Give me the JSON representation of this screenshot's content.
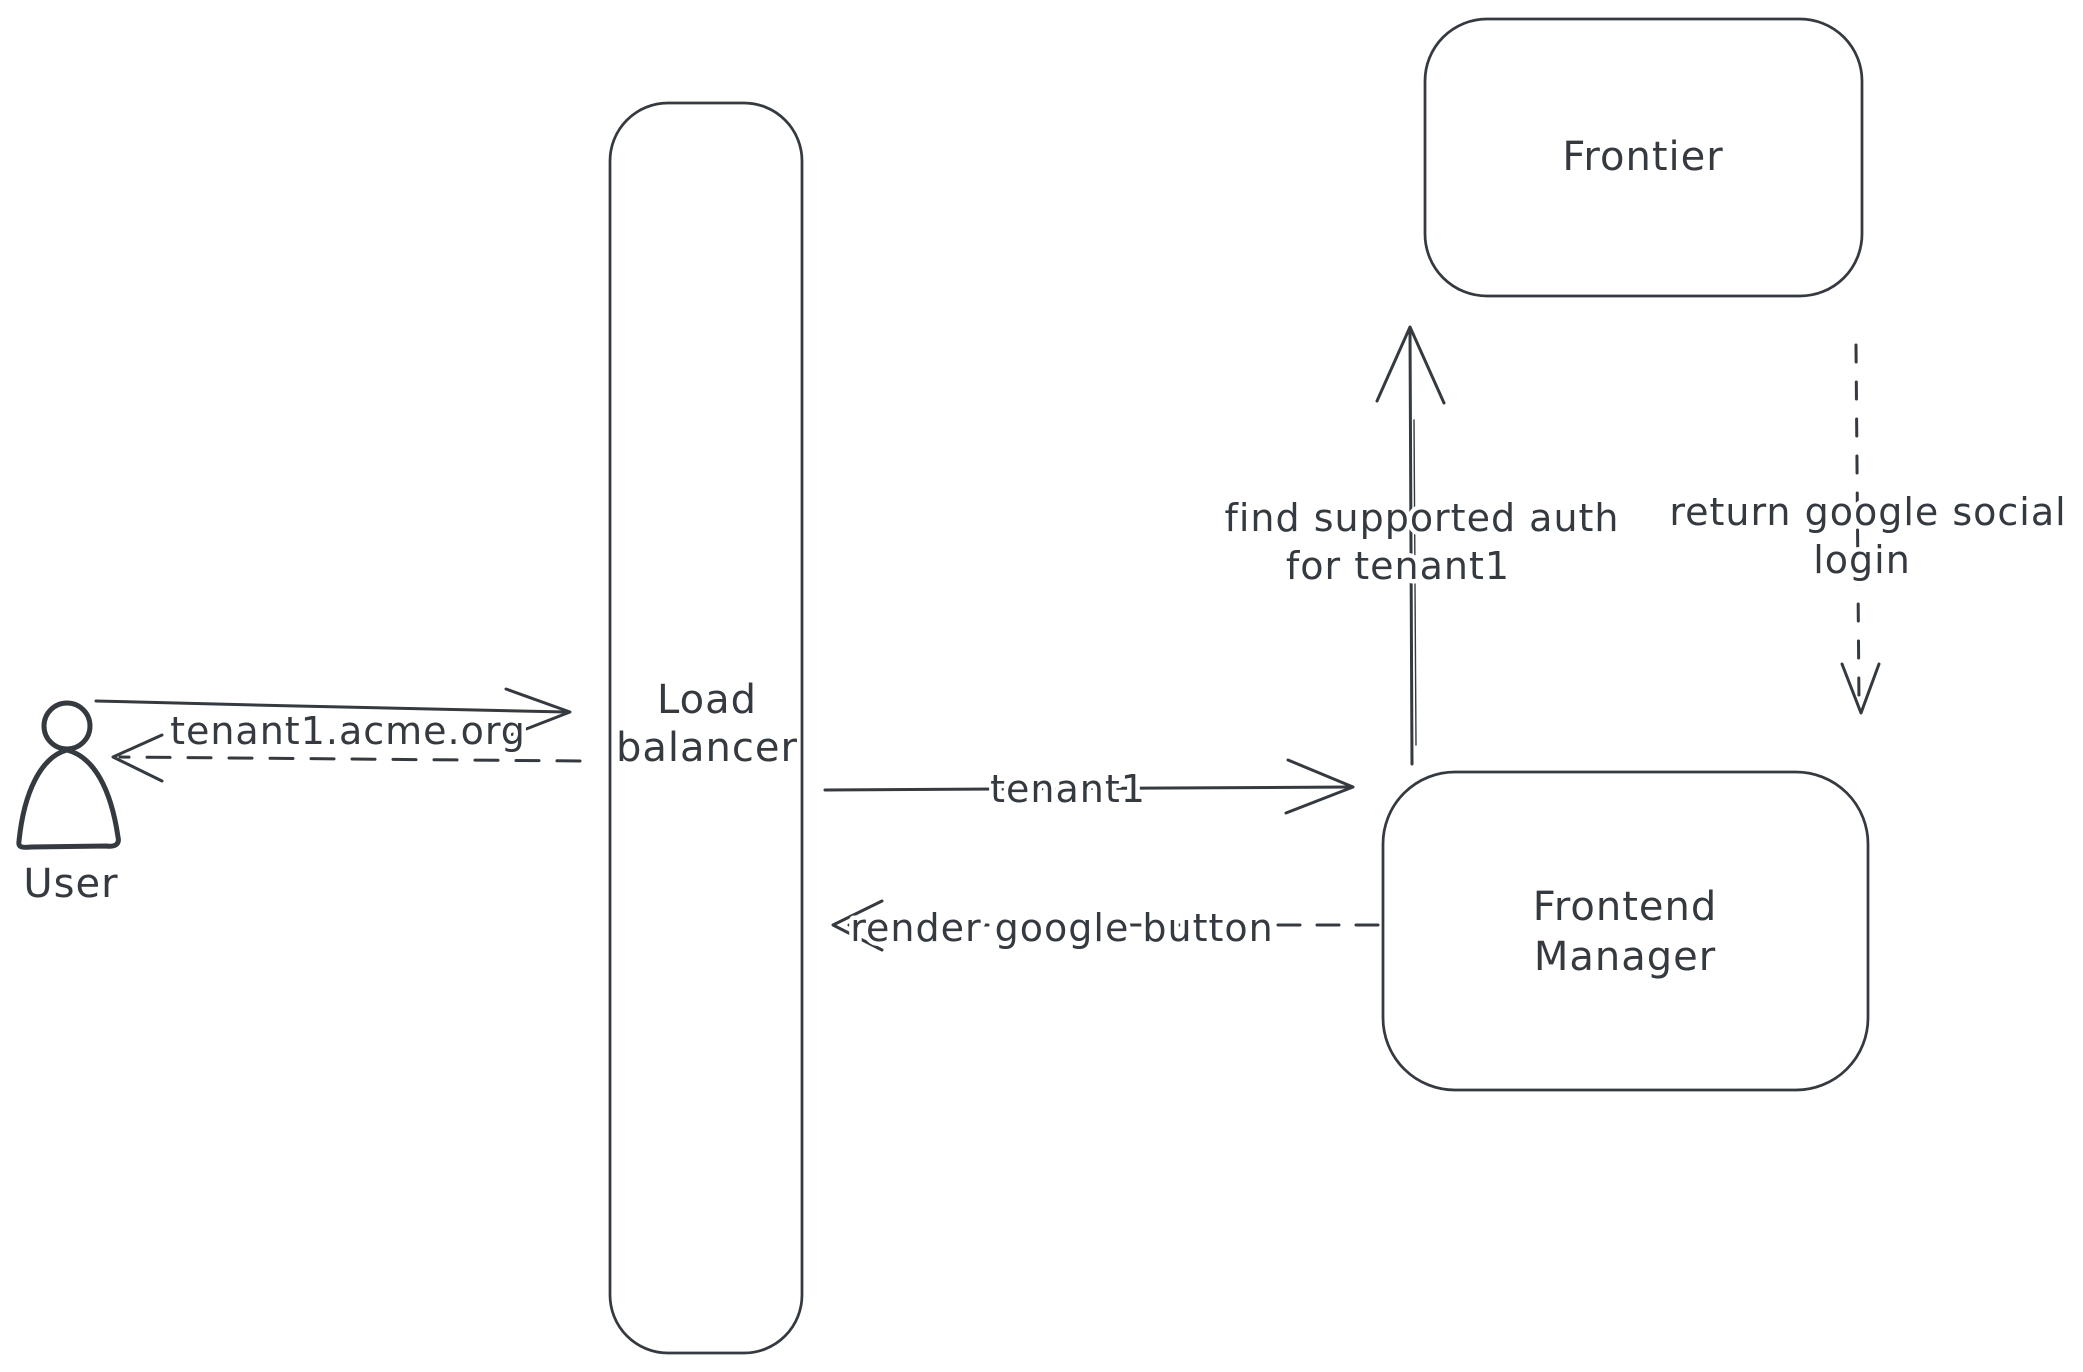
{
  "diagram": {
    "background": "#ffffff",
    "stroke_color": "#343a40",
    "hatch_color": "#ced4da",
    "nodes": {
      "user": {
        "label": "User",
        "icon": "person-icon"
      },
      "load_balancer": {
        "line1": "Load",
        "line2": "balancer"
      },
      "frontier": {
        "label": "Frontier"
      },
      "frontend_manager": {
        "line1": "Frontend",
        "line2": "Manager"
      }
    },
    "edges": {
      "user_to_lb": {
        "label": "tenant1.acme.org",
        "style": "solid",
        "direction": "right"
      },
      "lb_to_user": {
        "label": "",
        "style": "dashed",
        "direction": "left"
      },
      "lb_to_fm": {
        "label": "tenant1",
        "style": "solid",
        "direction": "right"
      },
      "fm_to_lb": {
        "label": "render google button",
        "style": "dashed",
        "direction": "left"
      },
      "fm_to_frontier": {
        "line1": "find supported auth",
        "line2": "for tenant1",
        "style": "solid",
        "direction": "up"
      },
      "frontier_to_fm": {
        "line1": "return google social",
        "line2": "login",
        "style": "dashed",
        "direction": "down"
      }
    }
  }
}
